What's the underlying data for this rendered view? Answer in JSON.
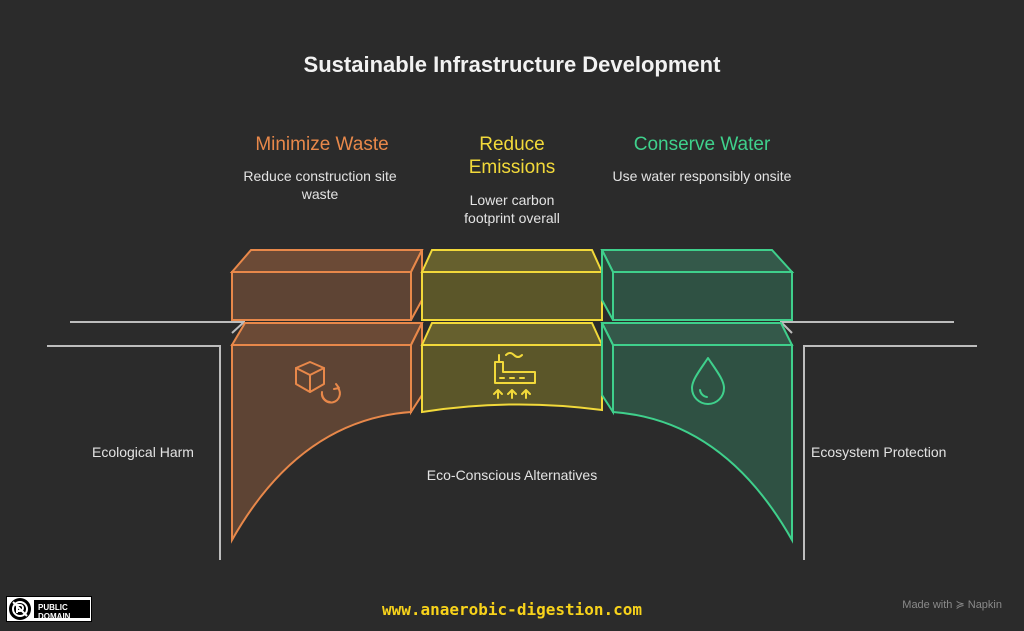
{
  "title": "Sustainable Infrastructure Development",
  "columns": [
    {
      "heading": "Minimize Waste",
      "description": "Reduce construction site waste",
      "icon": "box-recycle-icon",
      "color": "#e8884a"
    },
    {
      "heading": "Reduce Emissions",
      "description": "Lower carbon footprint overall",
      "icon": "factory-emissions-icon",
      "color": "#f2d93a"
    },
    {
      "heading": "Conserve Water",
      "description": "Use water responsibly onsite",
      "icon": "water-drop-icon",
      "color": "#3fd08c"
    }
  ],
  "left_label": "Ecological Harm",
  "right_label": "Ecosystem Protection",
  "center_label": "Eco-Conscious Alternatives",
  "footer": {
    "badge_line1": "PUBLIC",
    "badge_line2": "DOMAIN",
    "url": "www.anaerobic-digestion.com",
    "made_with": "Made with ≽ Napkin"
  }
}
